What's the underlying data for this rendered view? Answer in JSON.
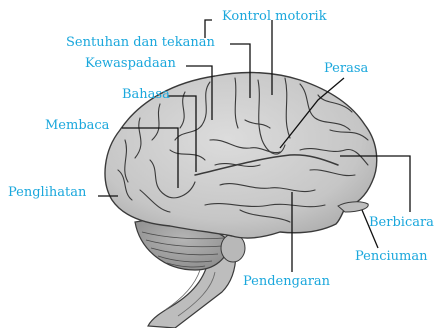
{
  "diagram": {
    "labels": {
      "kontrol_motorik": "Kontrol motorik",
      "sentuhan": "Sentuhan dan tekanan",
      "kewaspadaan": "Kewaspadaan",
      "perasa": "Perasa",
      "bahasa": "Bahasa",
      "membaca": "Membaca",
      "penglihatan": "Penglihatan",
      "berbicara": "Berbicara",
      "penciuman": "Penciuman",
      "pendengaran": "Pendengaran"
    },
    "colors": {
      "label_text": "#1aa7dc",
      "brain_fill": "#c9c9c9",
      "brain_outline": "#3a3a3a",
      "leader_line": "#111111"
    }
  }
}
